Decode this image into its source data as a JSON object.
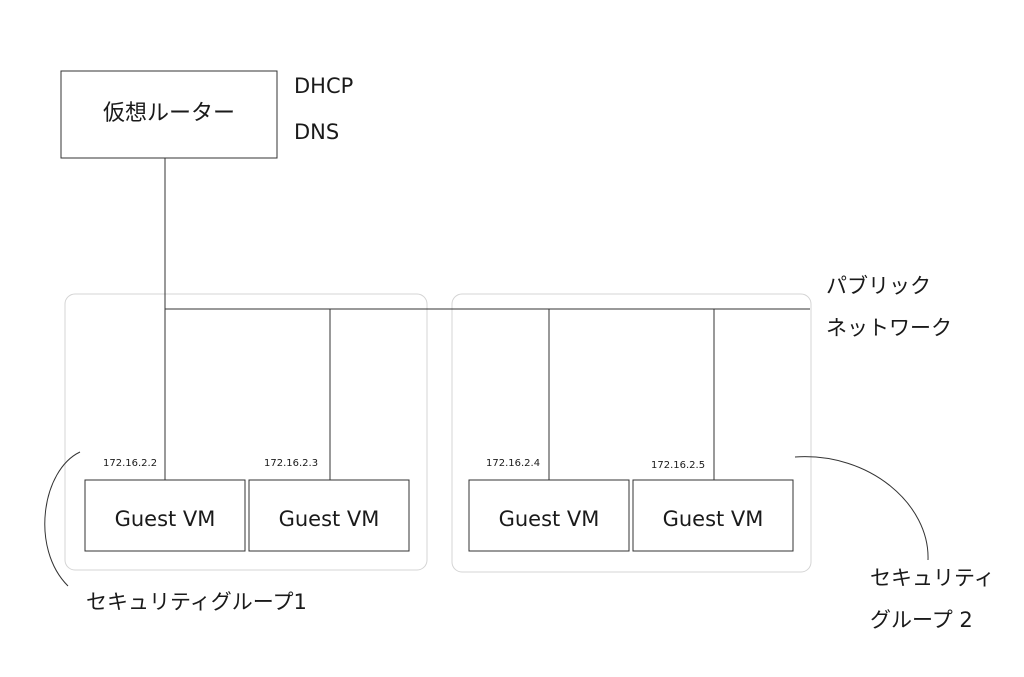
{
  "router": {
    "label": "仮想ルーター",
    "services": [
      "DHCP",
      "DNS"
    ]
  },
  "network": {
    "label_line1": "パブリック",
    "label_line2": "ネットワーク"
  },
  "vms": [
    {
      "label": "Guest VM",
      "ip": "172.16.2.2"
    },
    {
      "label": "Guest VM",
      "ip": "172.16.2.3"
    },
    {
      "label": "Guest VM",
      "ip": "172.16.2.4"
    },
    {
      "label": "Guest VM",
      "ip": "172.16.2.5"
    }
  ],
  "security_groups": [
    {
      "label": "セキュリティグループ1"
    },
    {
      "label_line1": "セキュリティ",
      "label_line2": "グループ 2"
    }
  ]
}
